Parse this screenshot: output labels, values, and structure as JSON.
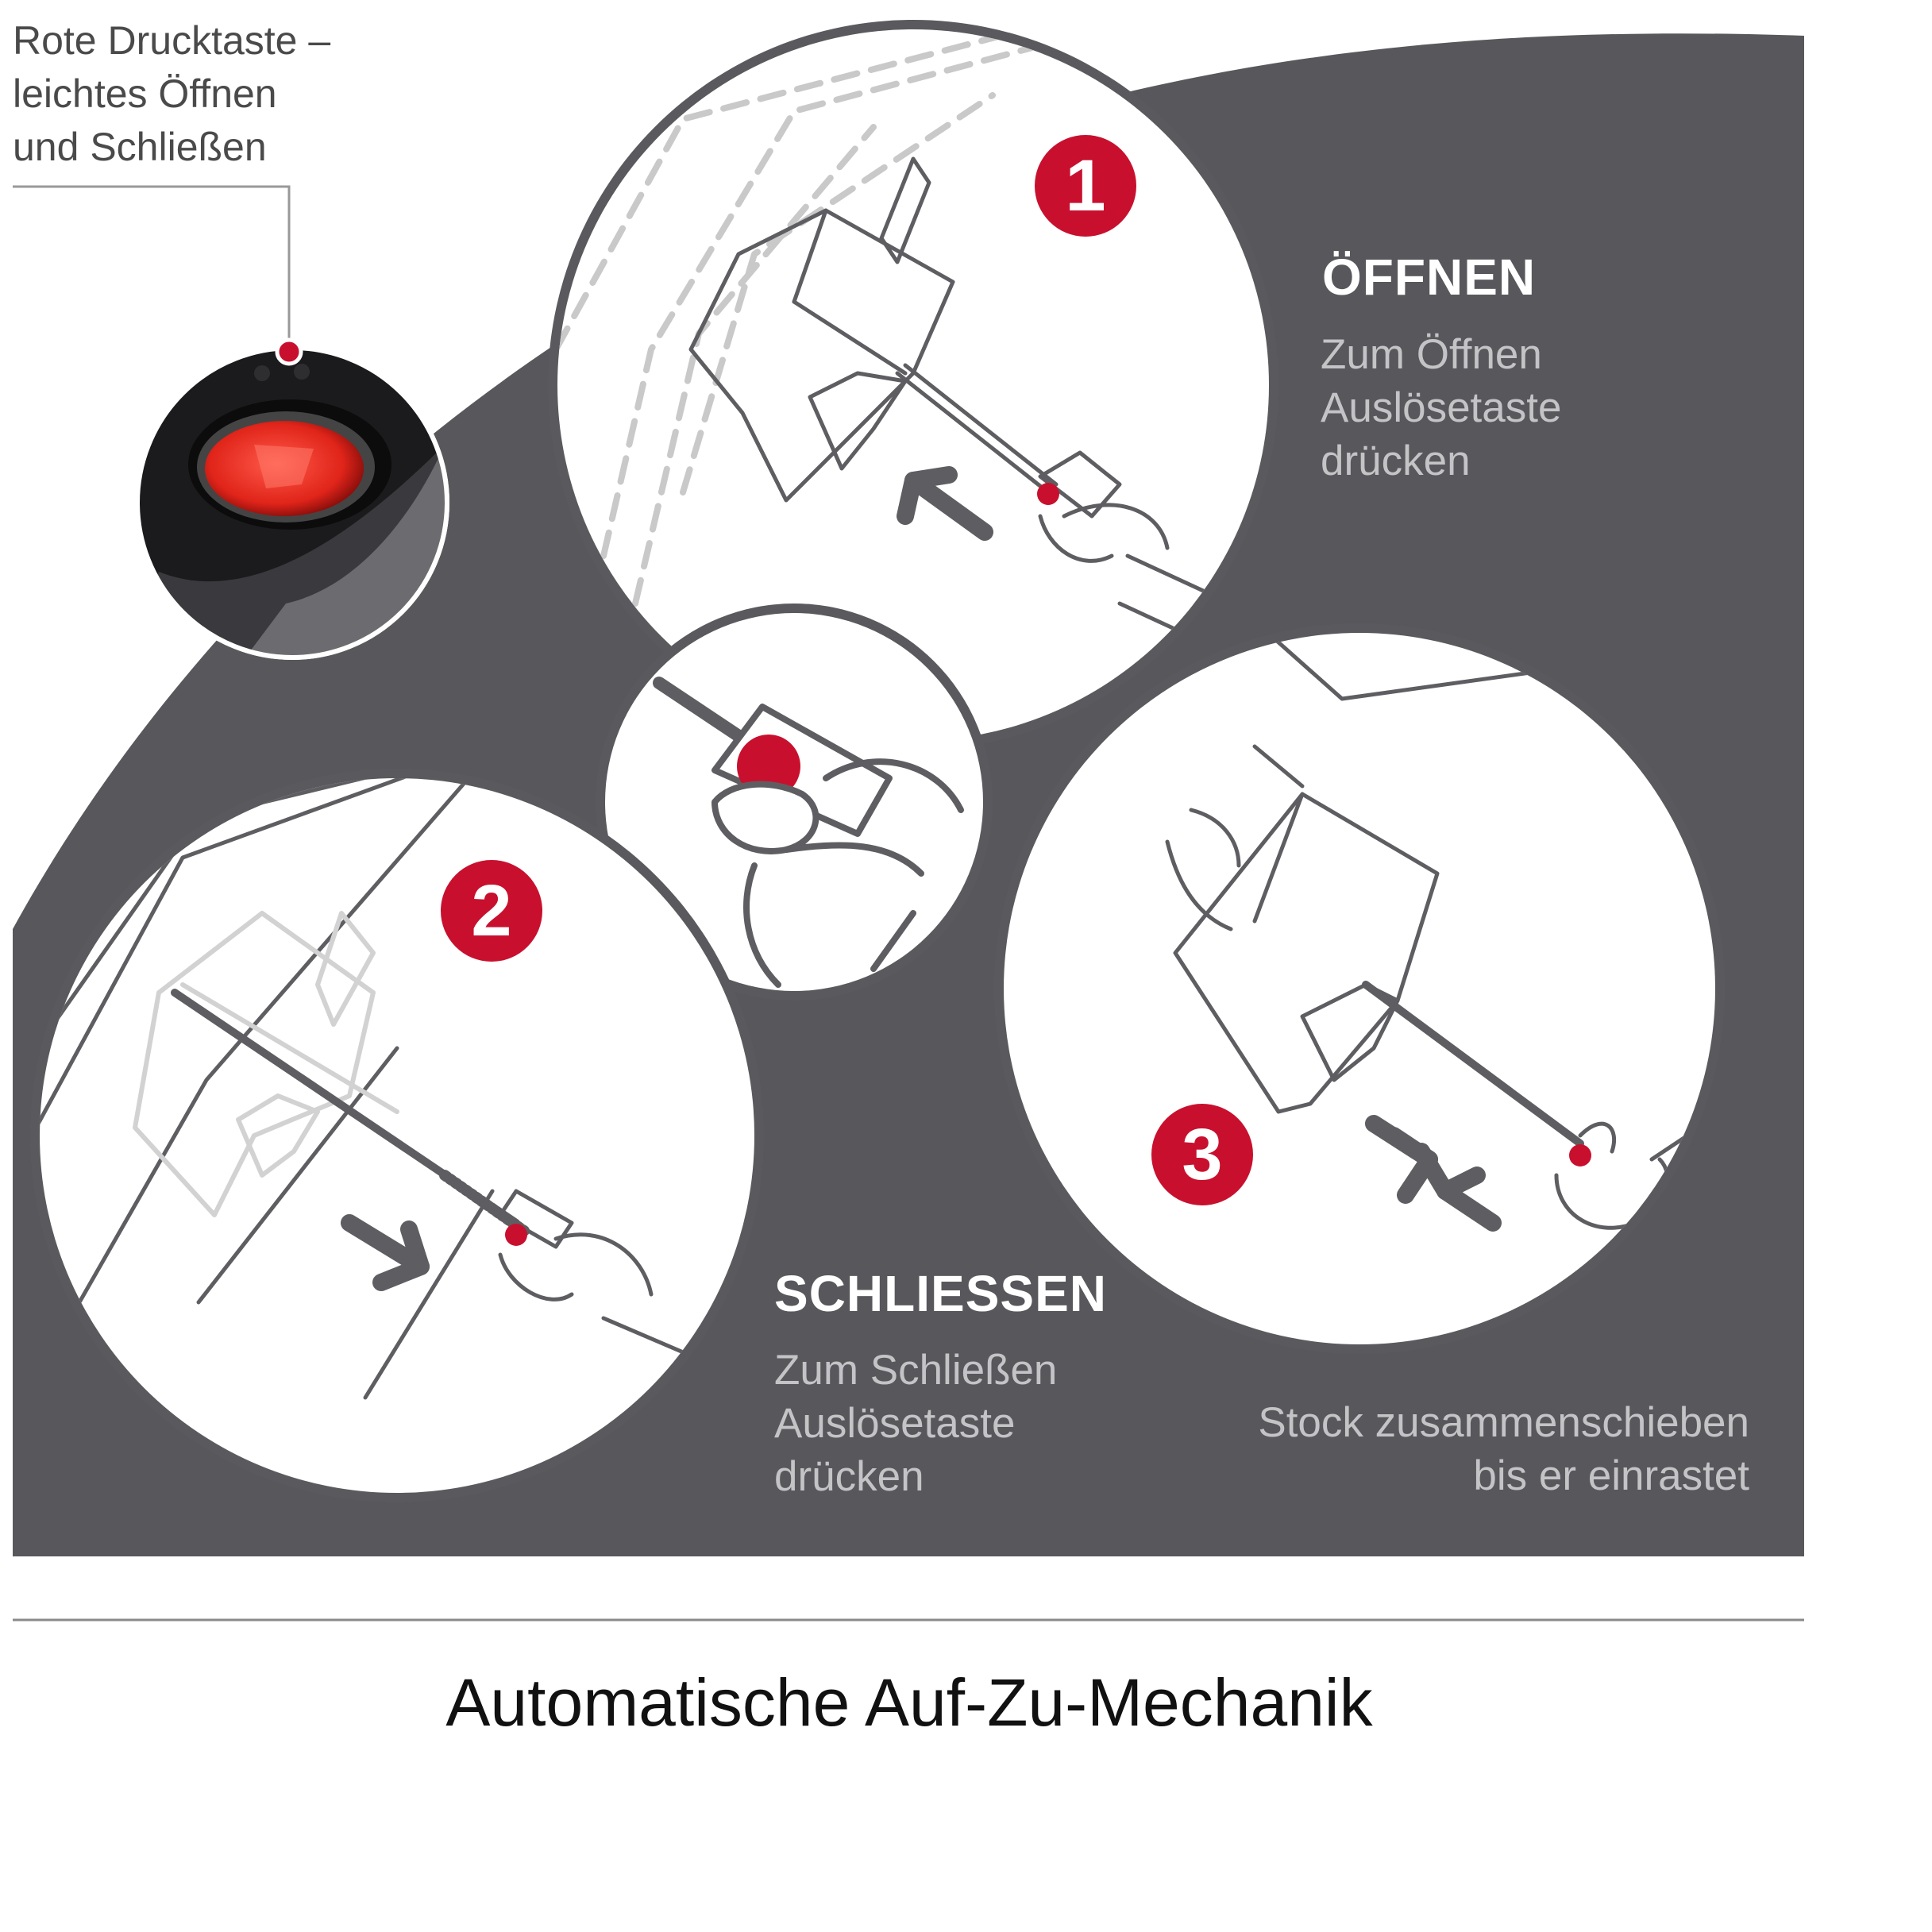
{
  "callout": {
    "lines": [
      "Rote Drucktaste –",
      "leichtes Öffnen",
      "und Schließen"
    ]
  },
  "steps": [
    {
      "number": "1"
    },
    {
      "number": "2"
    },
    {
      "number": "3"
    }
  ],
  "open": {
    "heading": "ÖFFNEN",
    "lines": [
      "Zum Öffnen",
      "Auslösetaste",
      "drücken"
    ]
  },
  "close": {
    "heading": "SCHLIESSEN",
    "lines": [
      "Zum Schließen",
      "Auslösetaste",
      "drücken"
    ]
  },
  "collapse": {
    "lines": [
      "Stock zusammenschieben",
      "bis er einrastet"
    ]
  },
  "title": "Automatische Auf-Zu-Mechanik",
  "colors": {
    "panel": "#58585c",
    "accent_red": "#c8102e",
    "circle_border": "#5a5a5e",
    "line_art": "#5e5e62"
  }
}
